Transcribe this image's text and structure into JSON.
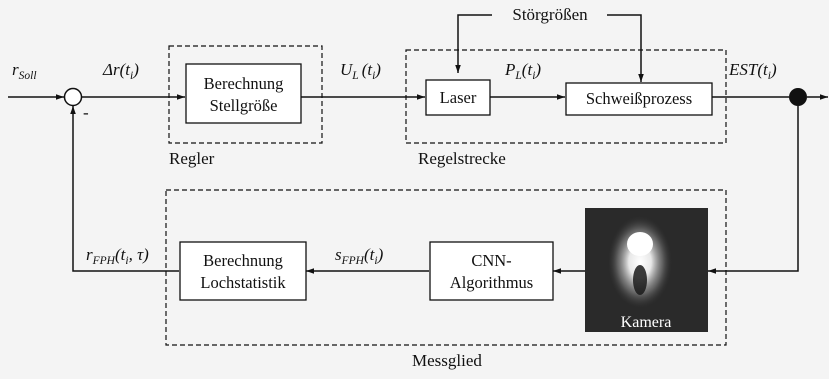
{
  "signals": {
    "r_soll": {
      "main": "r",
      "sub": "Soll"
    },
    "delta_r": {
      "main": "Δr",
      "rest": "(t",
      "sub": "i",
      "end": ")"
    },
    "u_l": {
      "main": "U",
      "sub": "L",
      "rest": "(t",
      "sub2": "i",
      "end": ")"
    },
    "p_l": {
      "main": "P",
      "sub": "L",
      "rest": "(t",
      "sub2": "i",
      "end": ")"
    },
    "est": {
      "main": "EST",
      "rest": "(t",
      "sub": "i",
      "end": ")"
    },
    "s_fph": {
      "main": "s",
      "sub": "FPH",
      "rest": "(t",
      "sub2": "i",
      "end": ")"
    },
    "r_fph": {
      "main": "r",
      "sub": "FPH",
      "rest": "(t",
      "sub2": "i",
      "end": ", τ)"
    },
    "minus_sign": "-"
  },
  "disturbance_label": "Störgrößen",
  "blocks": {
    "stellgroesse": {
      "line1": "Berechnung",
      "line2": "Stellgröße"
    },
    "laser": "Laser",
    "schweissprozess": "Schweißprozess",
    "cnn": {
      "line1": "CNN-",
      "line2": "Algorithmus"
    },
    "lochstatistik": {
      "line1": "Berechnung",
      "line2": "Lochstatistik"
    },
    "kamera": "Kamera"
  },
  "groups": {
    "regler": "Regler",
    "regelstrecke": "Regelstrecke",
    "messglied": "Messglied"
  },
  "colors": {
    "line": "#111111",
    "background": "#f4f4f4",
    "camera_bg": "#2a2a2a"
  }
}
